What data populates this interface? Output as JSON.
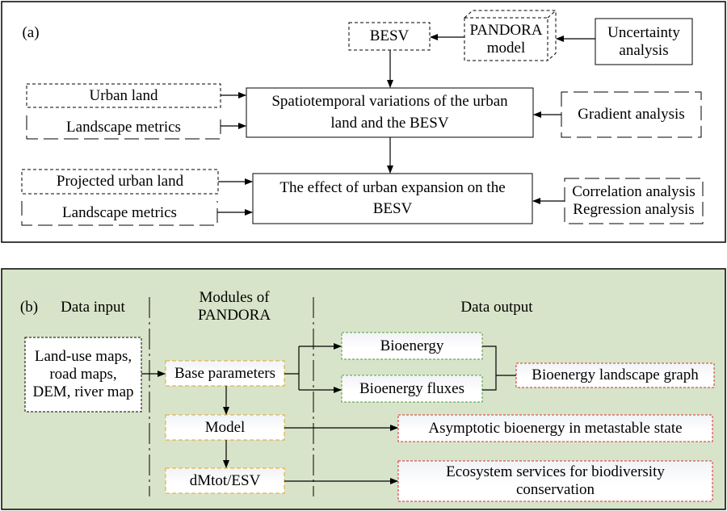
{
  "panel_a": {
    "label": "(a)",
    "besv": "BESV",
    "pandora_line1": "PANDORA",
    "pandora_line2": "model",
    "uncertainty_line1": "Uncertainty",
    "uncertainty_line2": "analysis",
    "urban_land": "Urban land",
    "landscape_metrics_1": "Landscape metrics",
    "spatiotemporal_line1": "Spatiotemporal variations of the urban",
    "spatiotemporal_line2": "land and the BESV",
    "gradient": "Gradient analysis",
    "projected_urban_land": "Projected urban land",
    "landscape_metrics_2": "Landscape metrics",
    "effect_line1": "The effect of urban expansion on the",
    "effect_line2": "BESV",
    "correlation": "Correlation analysis",
    "regression": "Regression analysis"
  },
  "panel_b": {
    "label": "(b)",
    "header_input": "Data input",
    "header_modules_line1": "Modules of",
    "header_modules_line2": "PANDORA",
    "header_output": "Data output",
    "input_line1": "Land-use maps,",
    "input_line2": "road maps,",
    "input_line3": "DEM, river map",
    "base_parameters": "Base parameters",
    "model": "Model",
    "dmtot": "dMtot/ESV",
    "bioenergy": "Bioenergy",
    "bioenergy_fluxes": "Bioenergy fluxes",
    "landscape_graph": "Bioenergy landscape graph",
    "asymptotic": "Asymptotic bioenergy in metastable state",
    "ecosystem_line1": "Ecosystem services for biodiversity",
    "ecosystem_line2": "conservation",
    "background_color": "#d8e4c9"
  }
}
